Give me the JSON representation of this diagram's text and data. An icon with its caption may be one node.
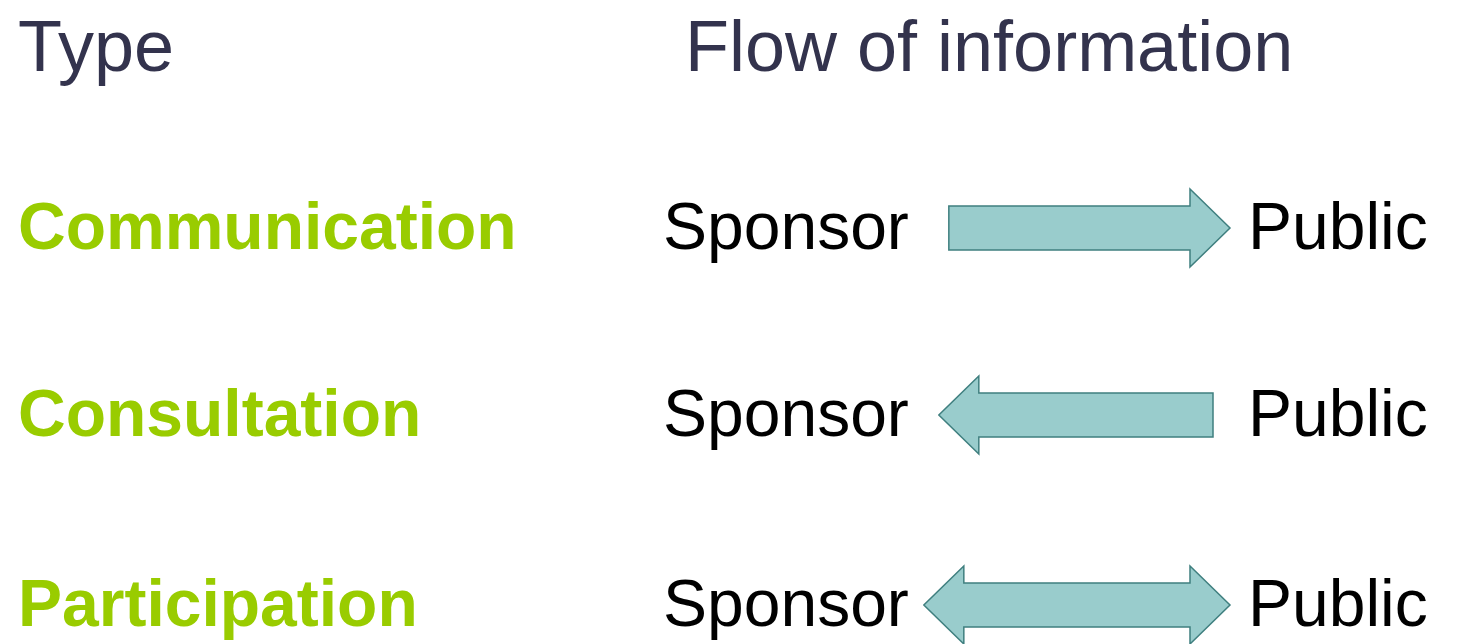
{
  "diagram": {
    "nodes": [
      {
        "text": [
          "Sponsor"
        ]
      },
      {
        "text": [
          "Public"
        ]
      },
      {
        "text": [
          "Sponsor"
        ]
      },
      {
        "text": [
          "Public"
        ]
      },
      {
        "text": [
          "Sponsor"
        ]
      },
      {
        "text": [
          "Public"
        ]
      }
    ],
    "edges": [
      {
        "from": 0,
        "to": 1,
        "arrow": "to"
      },
      {
        "from": 3,
        "to": 2,
        "arrow": "to"
      },
      {
        "from": 4,
        "to": 5,
        "arrow": "both"
      }
    ],
    "labels": [
      "Type",
      "Flow of information",
      "Communication",
      "Consultation",
      "Participation"
    ]
  }
}
